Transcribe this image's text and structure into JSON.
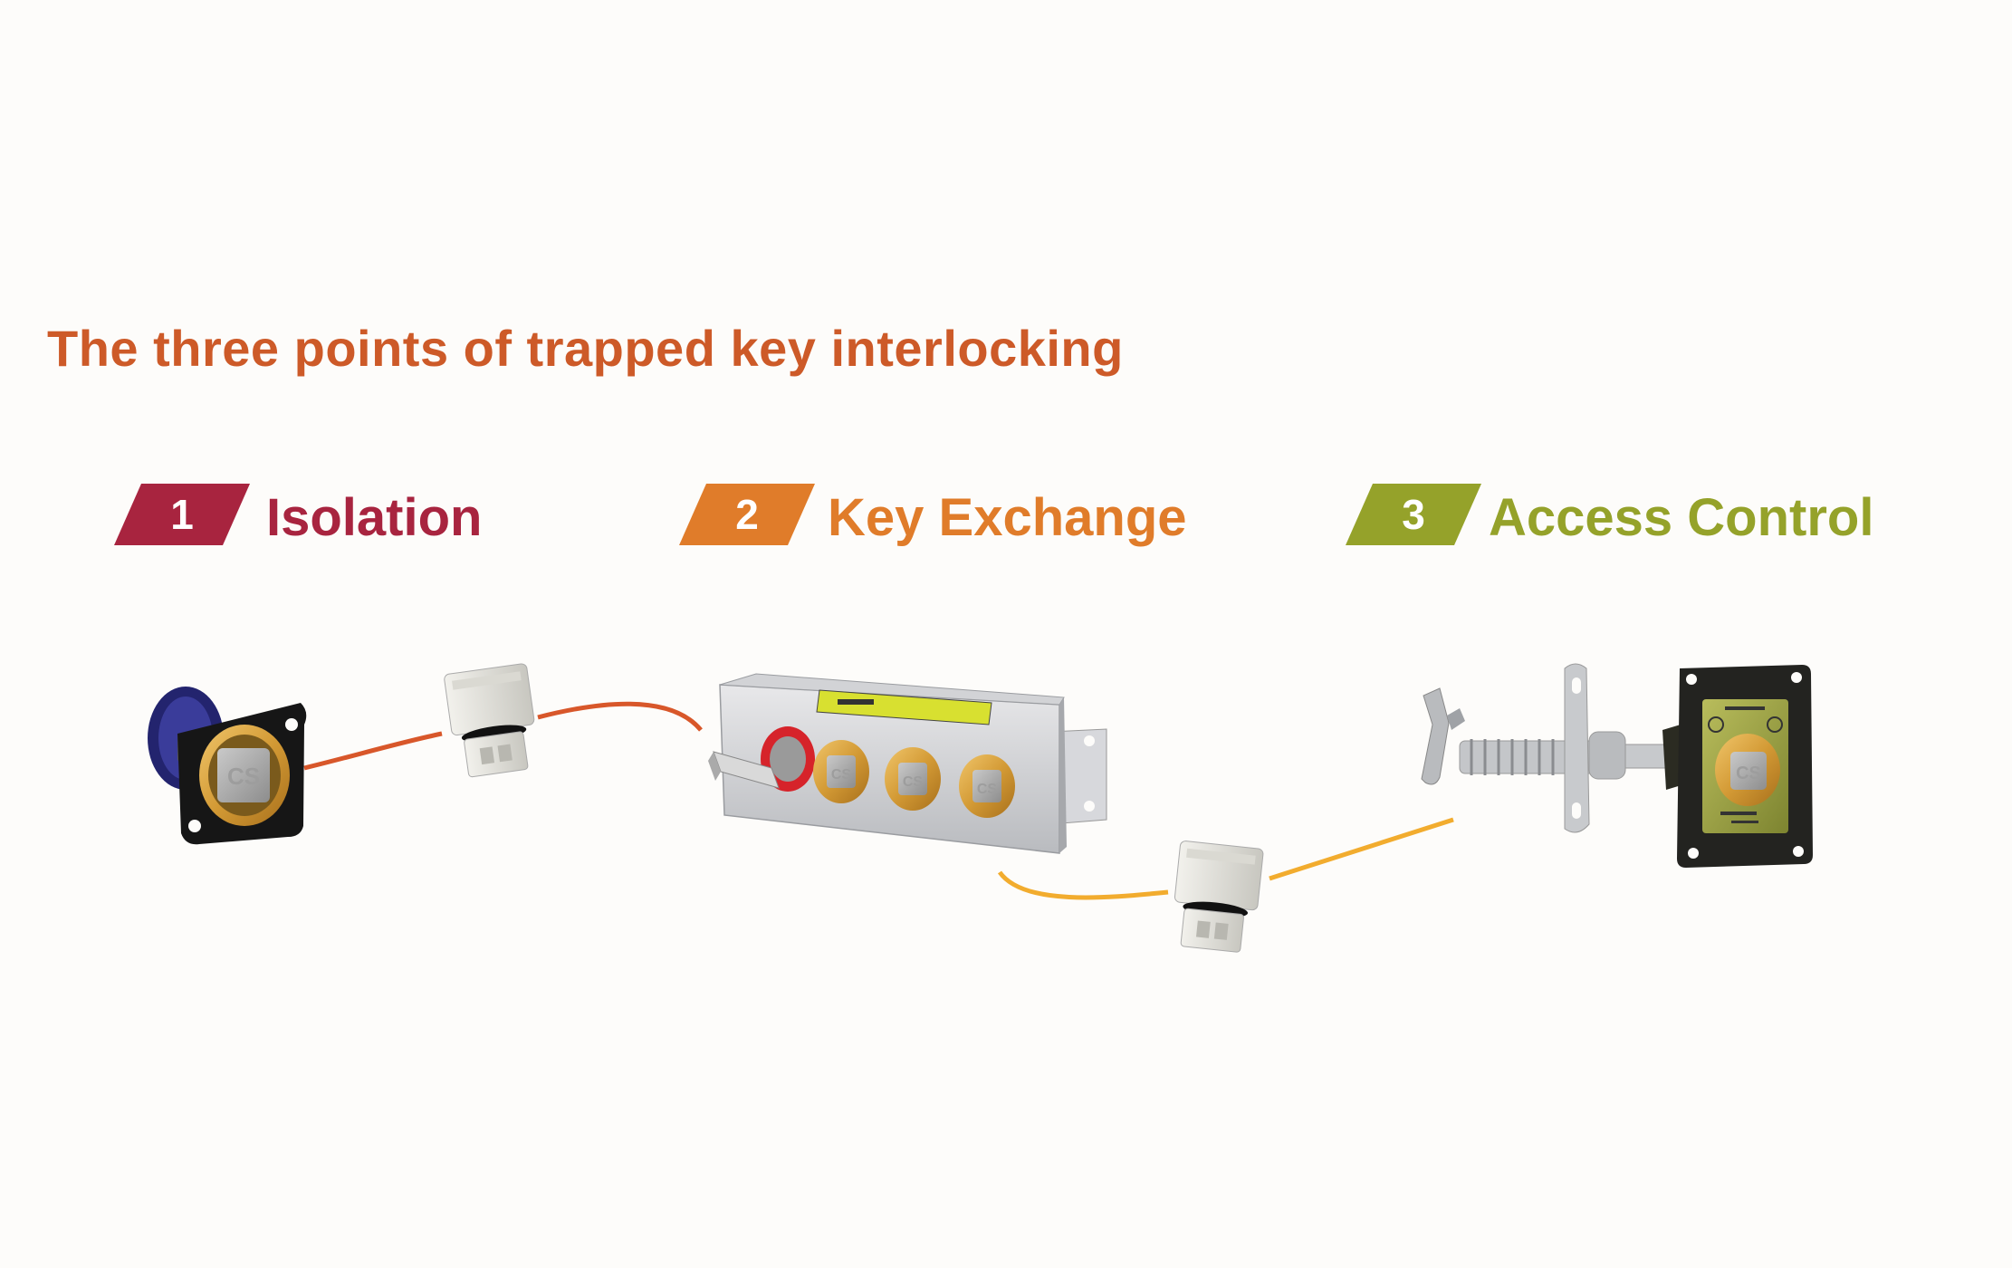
{
  "title": "The three points of trapped key interlocking",
  "steps": [
    {
      "number": "1",
      "label": "Isolation",
      "color": "#a8243f"
    },
    {
      "number": "2",
      "label": "Key Exchange",
      "color": "#e07c2a"
    },
    {
      "number": "3",
      "label": "Access Control",
      "color": "#95a22a"
    }
  ],
  "key_marking": "CS",
  "colors": {
    "title": "#cd5a28",
    "wire_red": "#d8572a",
    "wire_yellow": "#f2ac2e",
    "brass": "#d8a03a",
    "panel_green": "#a2a84a"
  }
}
